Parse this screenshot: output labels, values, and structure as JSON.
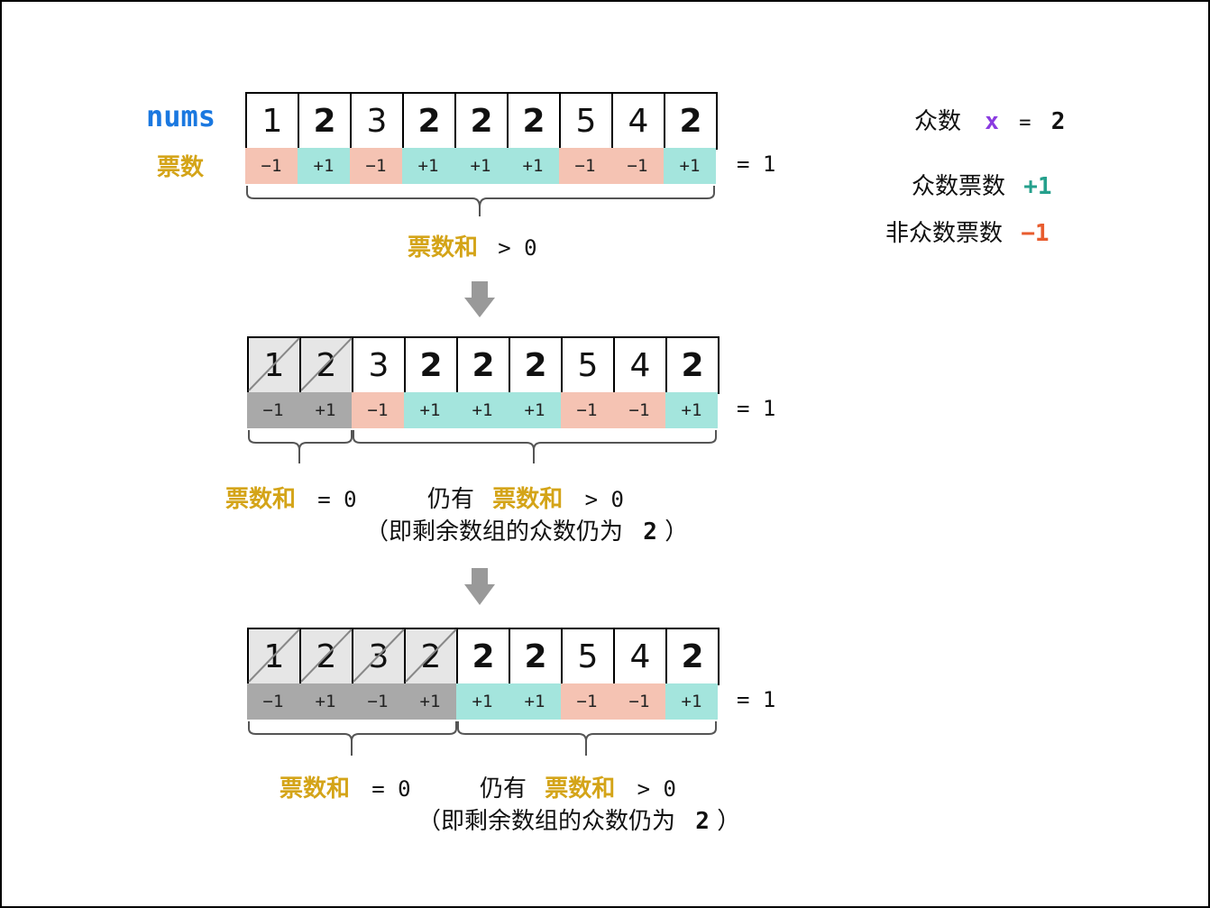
{
  "labels": {
    "nums": "nums",
    "votes": "票数"
  },
  "legend": {
    "mode_label": "众数",
    "mode_var": "x",
    "mode_eq": "=",
    "mode_value": "2",
    "mode_vote_label": "众数票数",
    "mode_vote_value": "+1",
    "nonmode_vote_label": "非众数票数",
    "nonmode_vote_value": "−1"
  },
  "step1": {
    "cells": [
      "1",
      "2",
      "3",
      "2",
      "2",
      "2",
      "5",
      "4",
      "2"
    ],
    "votes": [
      "−1",
      "+1",
      "−1",
      "+1",
      "+1",
      "+1",
      "−1",
      "−1",
      "+1"
    ],
    "sum": "= 1",
    "caption_sum": "票数和",
    "caption_rel": "> 0"
  },
  "step2": {
    "cells": [
      "1",
      "2",
      "3",
      "2",
      "2",
      "2",
      "5",
      "4",
      "2"
    ],
    "votes": [
      "−1",
      "+1",
      "−1",
      "+1",
      "+1",
      "+1",
      "−1",
      "−1",
      "+1"
    ],
    "sum": "= 1",
    "left_sum": "票数和",
    "left_rel": "= 0",
    "right_prefix": "仍有",
    "right_sum": "票数和",
    "right_rel": "> 0",
    "note_open": "（即剩余数组的众数仍为",
    "note_value": "2",
    "note_close": "）"
  },
  "step3": {
    "cells": [
      "1",
      "2",
      "3",
      "2",
      "2",
      "2",
      "5",
      "4",
      "2"
    ],
    "votes": [
      "−1",
      "+1",
      "−1",
      "+1",
      "+1",
      "+1",
      "−1",
      "−1",
      "+1"
    ],
    "sum": "= 1",
    "left_sum": "票数和",
    "left_rel": "= 0",
    "right_prefix": "仍有",
    "right_sum": "票数和",
    "right_rel": "> 0",
    "note_open": "（即剩余数组的众数仍为",
    "note_value": "2",
    "note_close": "）"
  },
  "colors": {
    "vote_neg": "#f5c3b3",
    "vote_pos": "#a4e5dd",
    "discarded_vote": "#a9a9a9",
    "discarded_cell": "#e6e6e6",
    "gold": "#d4a418",
    "blue": "#1a78e0",
    "purple": "#8a3be0",
    "green": "#25a08c",
    "orange": "#e85c2e",
    "arrow": "#999999"
  },
  "icons": [
    "down-arrow-icon",
    "brace-icon"
  ]
}
